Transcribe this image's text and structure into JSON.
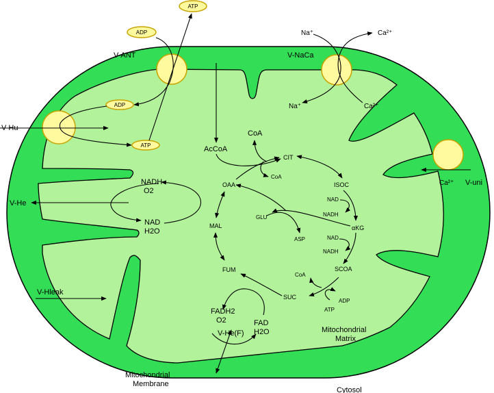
{
  "labels": {
    "v_ant": "V-ANT",
    "v_naca": "V-NaCa",
    "v_hu": "V-Hu",
    "v_he": "V-He",
    "v_hleak": "V-Hleak",
    "v_uni": "V-uni",
    "v_he_f": "V-He(F)",
    "membrane": [
      "Mitochondrial",
      "Membrane"
    ],
    "matrix": [
      "Mitochondrial",
      "Matrix"
    ],
    "cytosol": "Cytosol"
  },
  "transport": {
    "adp_top": "ADP",
    "atp_top": "ATP",
    "adp_inner": "ADP",
    "atp_inner": "ATP",
    "na_out": "Na⁺",
    "ca_out": "Ca²⁺",
    "na_in": "Na⁺",
    "ca_in": "Ca²⁺",
    "ca_uni": "Ca²⁺"
  },
  "metabolites": {
    "acoa": "AcCoA",
    "coa_top": "CoA",
    "coa_small": "CoA",
    "cit": "CIT",
    "oaa": "OAA",
    "isoc": "ISOC",
    "nad1": "NAD",
    "nadh1": "NADH",
    "akg": "αKG",
    "glu": "GLU",
    "asp": "ASP",
    "mal": "MAL",
    "nad2": "NAD",
    "nadh2": "NADH",
    "scoa": "SCOA",
    "coa_suc": "CoA",
    "adp_suc": "ADP",
    "atp_suc": "ATP",
    "fum": "FUM",
    "suc": "SUC",
    "fadh2": "FADH2",
    "o2_f": "O2",
    "fad": "FAD",
    "h2o_f": "H2O",
    "nadh_he": "NADH",
    "o2_he": "O2",
    "nad_he": "NAD",
    "h2o_he": "H2O"
  },
  "colors": {
    "membrane_green": "#33dd55",
    "matrix_green": "#b2f29a",
    "transporter_fill": "#fffa9e",
    "transporter_stroke": "#c9a400",
    "stroke": "#000000"
  }
}
